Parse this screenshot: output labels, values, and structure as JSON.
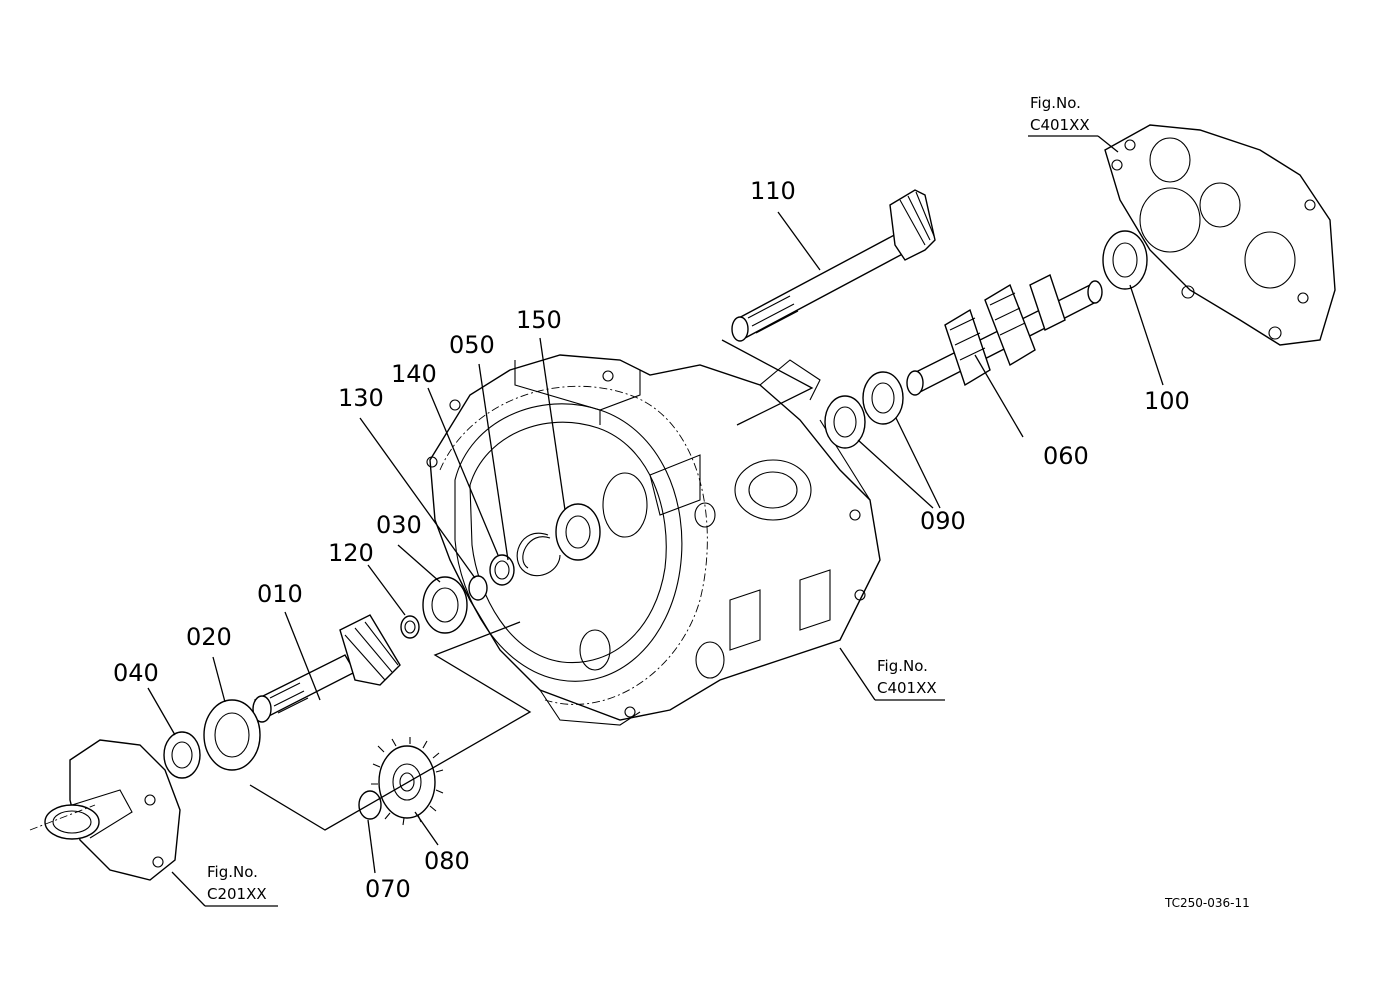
{
  "callouts": {
    "p010": "010",
    "p020": "020",
    "p030": "030",
    "p040": "040",
    "p050": "050",
    "p060": "060",
    "p070": "070",
    "p080": "080",
    "p090": "090",
    "p100": "100",
    "p110": "110",
    "p120": "120",
    "p130": "130",
    "p140": "140",
    "p150": "150"
  },
  "refs": {
    "fig_label": "Fig.No.",
    "top_right": "C401XX",
    "center": "C401XX",
    "bottom_left": "C201XX"
  },
  "drawing_code": "TC250-036-11"
}
